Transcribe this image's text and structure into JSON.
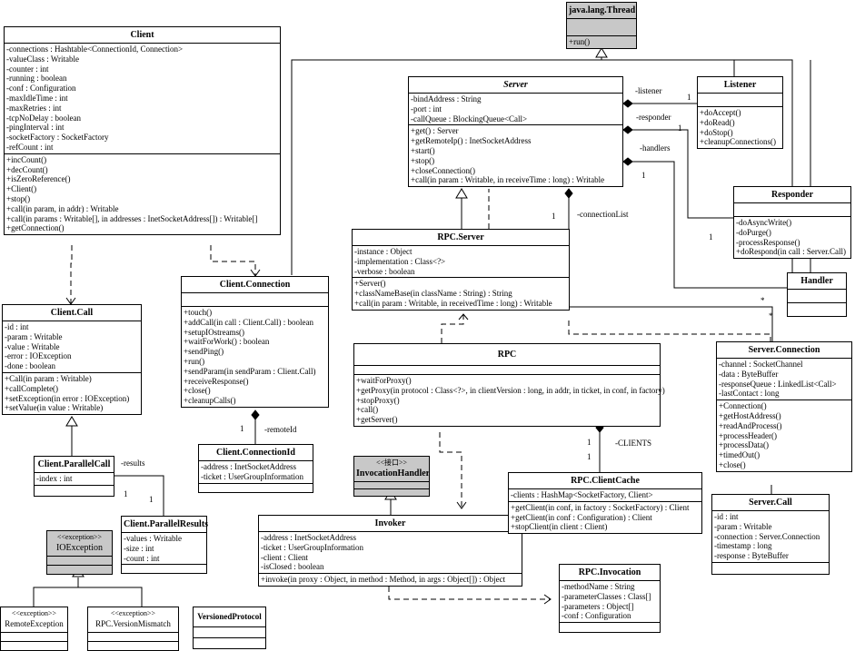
{
  "classes": {
    "thread": {
      "name": "java.lang.Thread",
      "attrs": [],
      "methods": [
        "+run()"
      ]
    },
    "client": {
      "name": "Client",
      "attrs": [
        "-connections : Hashtable<ConnectionId, Connection>",
        "-valueClass : Writable",
        "-counter : int",
        "-running : boolean",
        "-conf : Configuration",
        "-maxIdleTime : int",
        "-maxRetries : int",
        "-tcpNoDelay : boolean",
        "-pingInterval : int",
        "-socketFactory : SocketFactory",
        "-refCount : int"
      ],
      "methods": [
        "+incCount()",
        "+decCount()",
        "+isZeroReference()",
        "+Client()",
        "+stop()",
        "+call(in param, in addr) : Writable",
        "+call(in params : Writable[], in addresses : InetSocketAddress[]) : Writable[]",
        "+getConnection()"
      ]
    },
    "server": {
      "name": "Server",
      "attrs": [
        "-bindAddress : String",
        "-port : int",
        "-callQueue : BlockingQueue<Call>"
      ],
      "methods": [
        "+get() : Server",
        "+getRemoteIp() : InetSocketAddress",
        "+start()",
        "+stop()",
        "+closeConnection()",
        "+call(in param : Writable, in receiveTime : long) : Writable"
      ]
    },
    "listener": {
      "name": "Listener",
      "attrs": [],
      "methods": [
        "+doAccept()",
        "+doRead()",
        "+doStop()",
        "+cleanupConnections()"
      ]
    },
    "responder": {
      "name": "Responder",
      "attrs": [],
      "methods": [
        "-doAsyncWrite()",
        "-doPurge()",
        "-processResponse()",
        "+doRespond(in call : Server.Call)"
      ]
    },
    "handler": {
      "name": "Handler",
      "attrs": [],
      "methods": []
    },
    "rpcServer": {
      "name": "RPC.Server",
      "attrs": [
        "-instance : Object",
        "-implementation : Class<?>",
        "-verbose : boolean"
      ],
      "methods": [
        "+Server()",
        "+classNameBase(in className : String) : String",
        "+call(in param : Writable, in receivedTime : long) : Writable"
      ]
    },
    "clientConnection": {
      "name": "Client.Connection",
      "attrs": [],
      "methods": [
        "+touch()",
        "+addCall(in call : Client.Call) : boolean",
        "+setupIOstreams()",
        "+waitForWork() : boolean",
        "+sendPing()",
        "+run()",
        "+sendParam(in sendParam : Client.Call)",
        "+receiveResponse()",
        "+close()",
        "+cleanupCalls()"
      ]
    },
    "clientCall": {
      "name": "Client.Call",
      "attrs": [
        "-id : int",
        "-param : Writable",
        "-value : Writable",
        "-error : IOException",
        "-done : boolean"
      ],
      "methods": [
        "+Call(in param : Writable)",
        "+callComplete()",
        "+setException(in error : IOException)",
        "+setValue(in value : Writable)"
      ]
    },
    "rpc": {
      "name": "RPC",
      "attrs": [],
      "methods": [
        "+waitForProxy()",
        "+getProxy(in protocol : Class<?>, in clientVersion : long, in addr, in ticket, in conf, in factory)",
        "+stopProxy()",
        "+call()",
        "+getServer()"
      ]
    },
    "serverConnection": {
      "name": "Server.Connection",
      "attrs": [
        "-channel : SocketChannel",
        "-data : ByteBuffer",
        "-responseQueue : LinkedList<Call>",
        "-lastContact : long"
      ],
      "methods": [
        "+Connection()",
        "+getHostAddress()",
        "+readAndProcess()",
        "+processHeader()",
        "+processData()",
        "+timedOut()",
        "+close()"
      ]
    },
    "connectionId": {
      "name": "Client.ConnectionId",
      "attrs": [
        "-address : InetSocketAddress",
        "-ticket : UserGroupInformation"
      ],
      "methods": []
    },
    "parallelCall": {
      "name": "Client.ParallelCall",
      "attrs": [
        "-index : int"
      ],
      "methods": []
    },
    "parallelResults": {
      "name": "Client.ParallelResults",
      "attrs": [
        "-values : Writable",
        "-size : int",
        "-count : int"
      ],
      "methods": []
    },
    "invocationHandler": {
      "stereotype": "<<接口>>",
      "name": "InvocationHandler",
      "attrs": [],
      "methods": []
    },
    "invoker": {
      "name": "Invoker",
      "attrs": [
        "-address : InetSocketAddress",
        "-ticket : UserGroupInformation",
        "-client : Client",
        "-isClosed : boolean"
      ],
      "methods": [
        "+invoke(in proxy : Object, in method : Method, in args : Object[]) : Object"
      ]
    },
    "clientCache": {
      "name": "RPC.ClientCache",
      "attrs": [
        "-clients : HashMap<SocketFactory, Client>"
      ],
      "methods": [
        "+getClient(in conf, in factory : SocketFactory) : Client",
        "+getClient(in conf : Configuration) : Client",
        "+stopClient(in client : Client)"
      ]
    },
    "ioException": {
      "stereotype": "<<exception>>",
      "name": "IOException",
      "attrs": [],
      "methods": []
    },
    "remoteException": {
      "stereotype": "<<exception>>",
      "name": "RemoteException",
      "attrs": [],
      "methods": []
    },
    "versionMismatch": {
      "stereotype": "<<exception>>",
      "name": "RPC.VersionMismatch",
      "attrs": [],
      "methods": []
    },
    "versionedProtocol": {
      "name": "VersionedProtocol",
      "attrs": [],
      "methods": []
    },
    "serverCall": {
      "name": "Server.Call",
      "attrs": [
        "-id : int",
        "-param : Writable",
        "-connection : Server.Connection",
        "-timestamp : long",
        "-response : ByteBuffer"
      ],
      "methods": []
    },
    "rpcInvocation": {
      "name": "RPC.Invocation",
      "attrs": [
        "-methodName : String",
        "-parameterClasses : Class[]",
        "-parameters : Object[]",
        "-conf : Configuration"
      ],
      "methods": []
    }
  },
  "labels": {
    "listener": "-listener",
    "responder": "-responder",
    "handlers": "-handlers",
    "connectionList": "-connectionList",
    "remoteId": "-remoteId",
    "results": "-results",
    "clients": "-CLIENTS",
    "one": "1",
    "star": "*"
  }
}
